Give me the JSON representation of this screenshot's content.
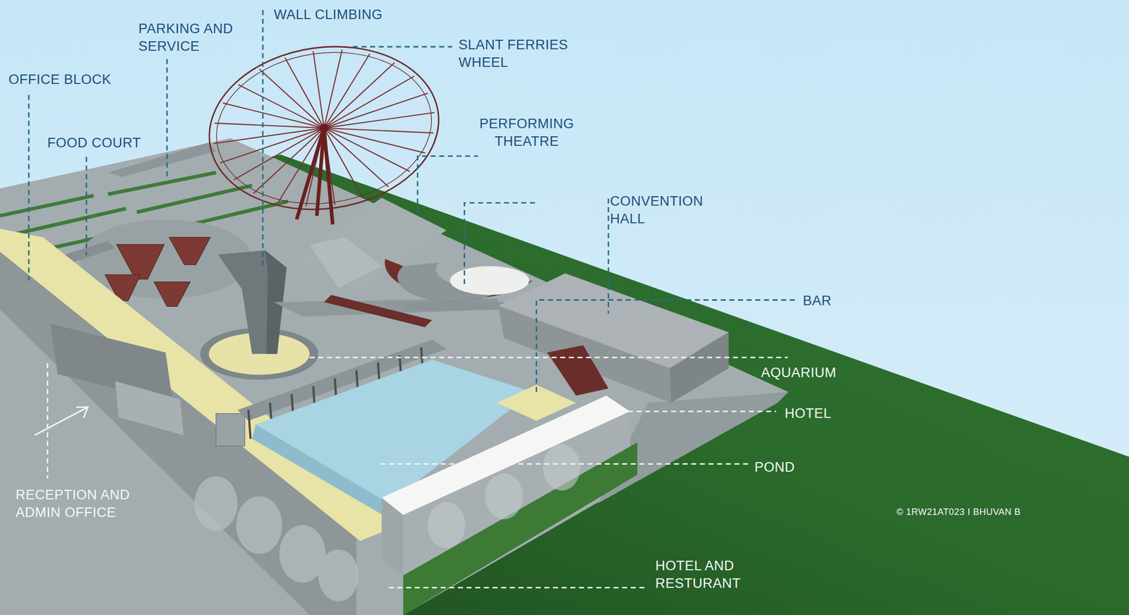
{
  "diagram": {
    "labels": [
      "WALL CLIMBING",
      "PARKING AND SERVICE",
      "SLANT FERRIES WHEEL",
      "OFFICE BLOCK",
      "FOOD COURT",
      "PERFORMING THEATRE",
      "CONVENTION HALL",
      "BAR",
      "AQUARIUM",
      "HOTEL",
      "POND",
      "RECEPTION AND ADMIN OFFICE",
      "© 1RW21AT023 I BHUVAN B",
      "HOTEL AND RESTURANT"
    ]
  }
}
